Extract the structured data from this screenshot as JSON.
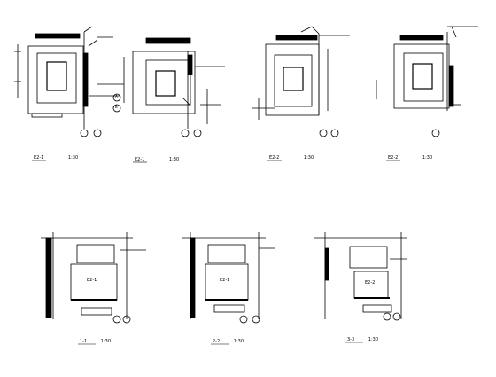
{
  "sheet": {
    "background": "#ffffff",
    "ink": "#000000"
  },
  "plans_top": [
    {
      "id": "plan-1",
      "caption": "E2-1",
      "scale": "1:30"
    },
    {
      "id": "plan-2",
      "caption": "E2-1",
      "scale": "1:30"
    },
    {
      "id": "plan-3",
      "caption": "E2-2",
      "scale": "1:30"
    },
    {
      "id": "plan-4",
      "caption": "E2-2",
      "scale": "1:30"
    }
  ],
  "sections_bottom": [
    {
      "id": "section-1",
      "caption": "1-1",
      "scale": "1:30",
      "box_label": "E2-1"
    },
    {
      "id": "section-2",
      "caption": "2-2",
      "scale": "1:30",
      "box_label": "E2-1"
    },
    {
      "id": "section-3",
      "caption": "3-3",
      "scale": "1:30",
      "box_label": "E2-2"
    }
  ],
  "grid_bubbles": [
    "A",
    "B"
  ]
}
